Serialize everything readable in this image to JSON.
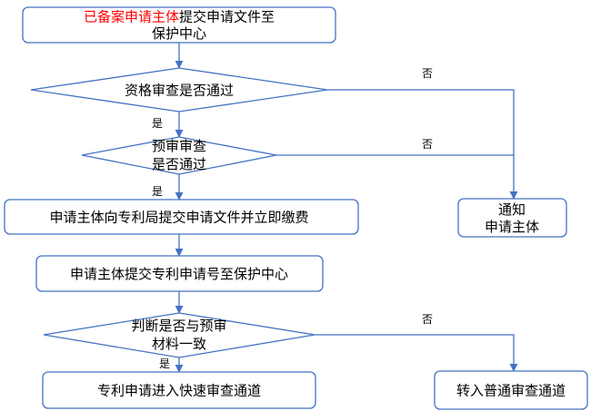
{
  "step1": {
    "line1_red": "已备案申请主体",
    "line1_rest": "提交申请文件至",
    "line2": "保护中心"
  },
  "decision1": {
    "label": "资格审查是否通过"
  },
  "decision2": {
    "line1": "预审审查",
    "line2": "是否通过"
  },
  "step2": {
    "label": "申请主体向专利局提交申请文件并立即缴费"
  },
  "step3": {
    "label": "申请主体提交专利申请号至保护中心"
  },
  "decision3": {
    "line1": "判断是否与预审",
    "line2": "材料一致"
  },
  "step4": {
    "label": "专利申请进入快速审查通道"
  },
  "notify": {
    "line1": "通知",
    "line2": "申请主体"
  },
  "ordinary": {
    "label": "转入普通审查通道"
  },
  "edges": {
    "yes": "是",
    "no": "否"
  },
  "colors": {
    "stroke": "#4472c4",
    "highlight": "#ff0000",
    "text": "#000000"
  }
}
